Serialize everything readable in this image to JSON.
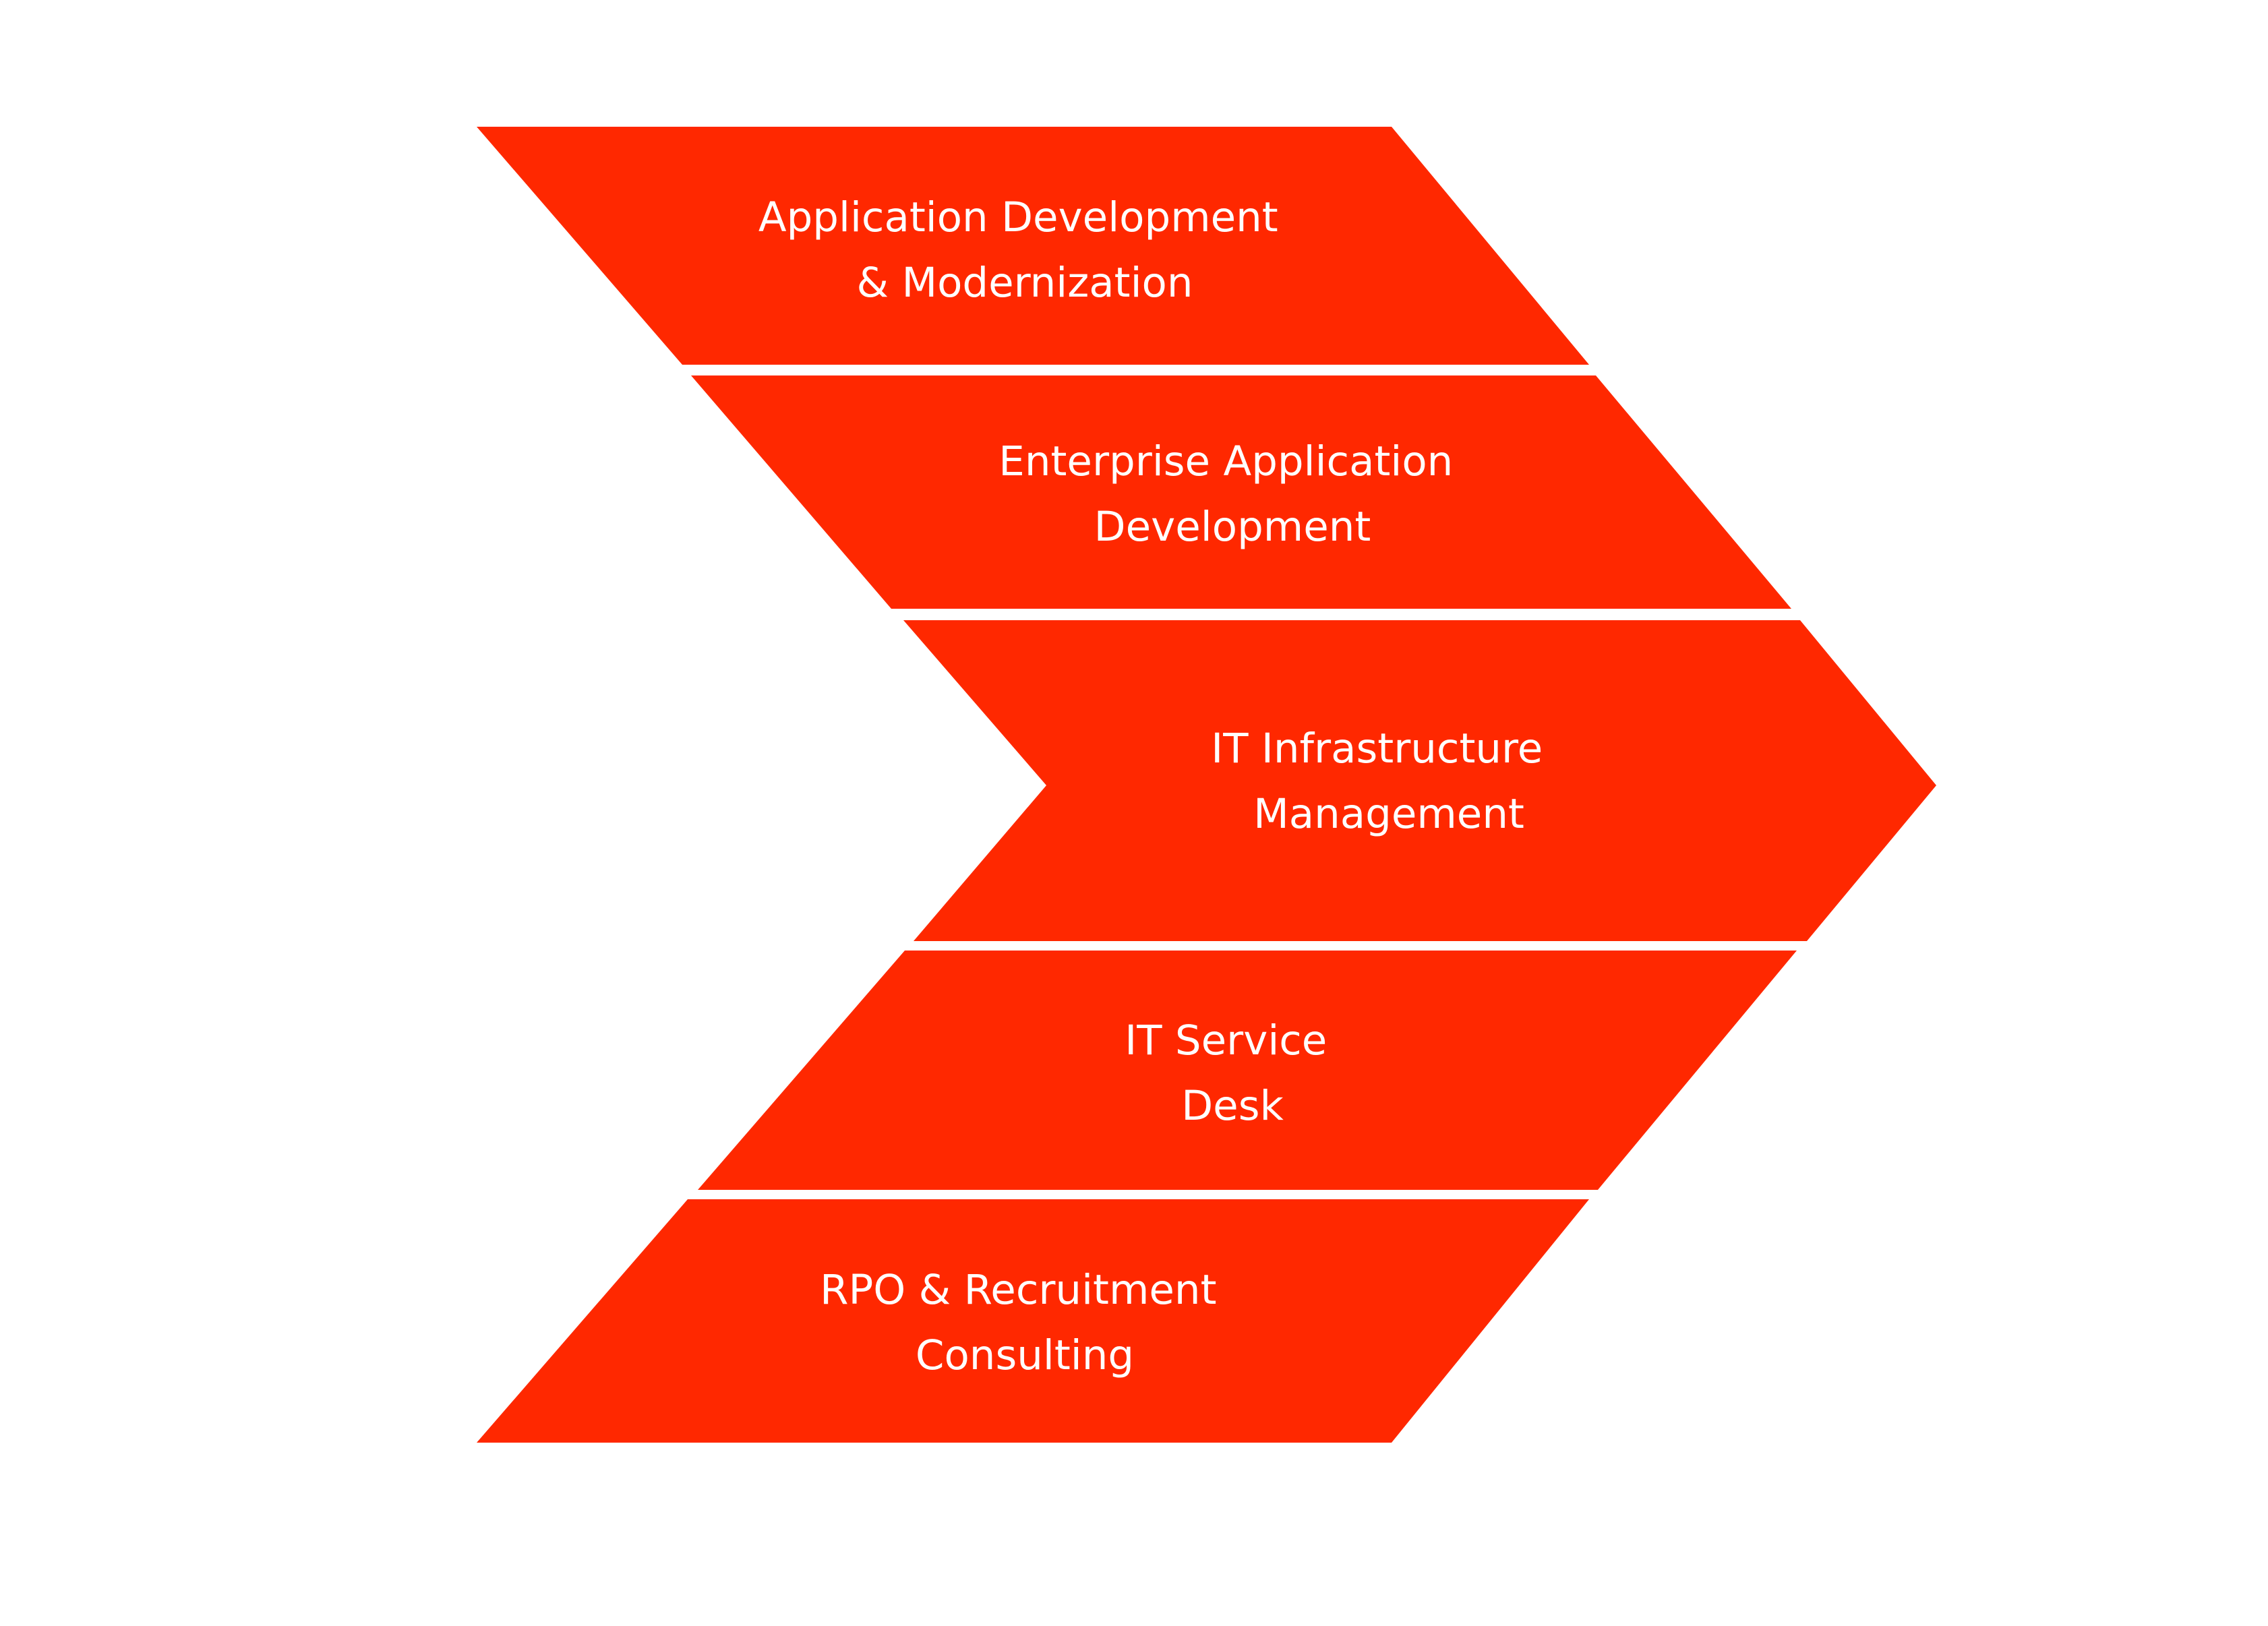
{
  "colors": {
    "background": "#ffffff",
    "segment_fill": "#ff2800",
    "text": "#ffffff"
  },
  "segments": [
    {
      "lines": [
        "Application Development",
        "& Modernization"
      ]
    },
    {
      "lines": [
        "Enterprise Application",
        "Development"
      ]
    },
    {
      "lines": [
        "IT Infrastructure",
        "Management"
      ]
    },
    {
      "lines": [
        "IT Service",
        "Desk"
      ]
    },
    {
      "lines": [
        "RPO & Recruitment",
        "Consulting"
      ]
    }
  ]
}
